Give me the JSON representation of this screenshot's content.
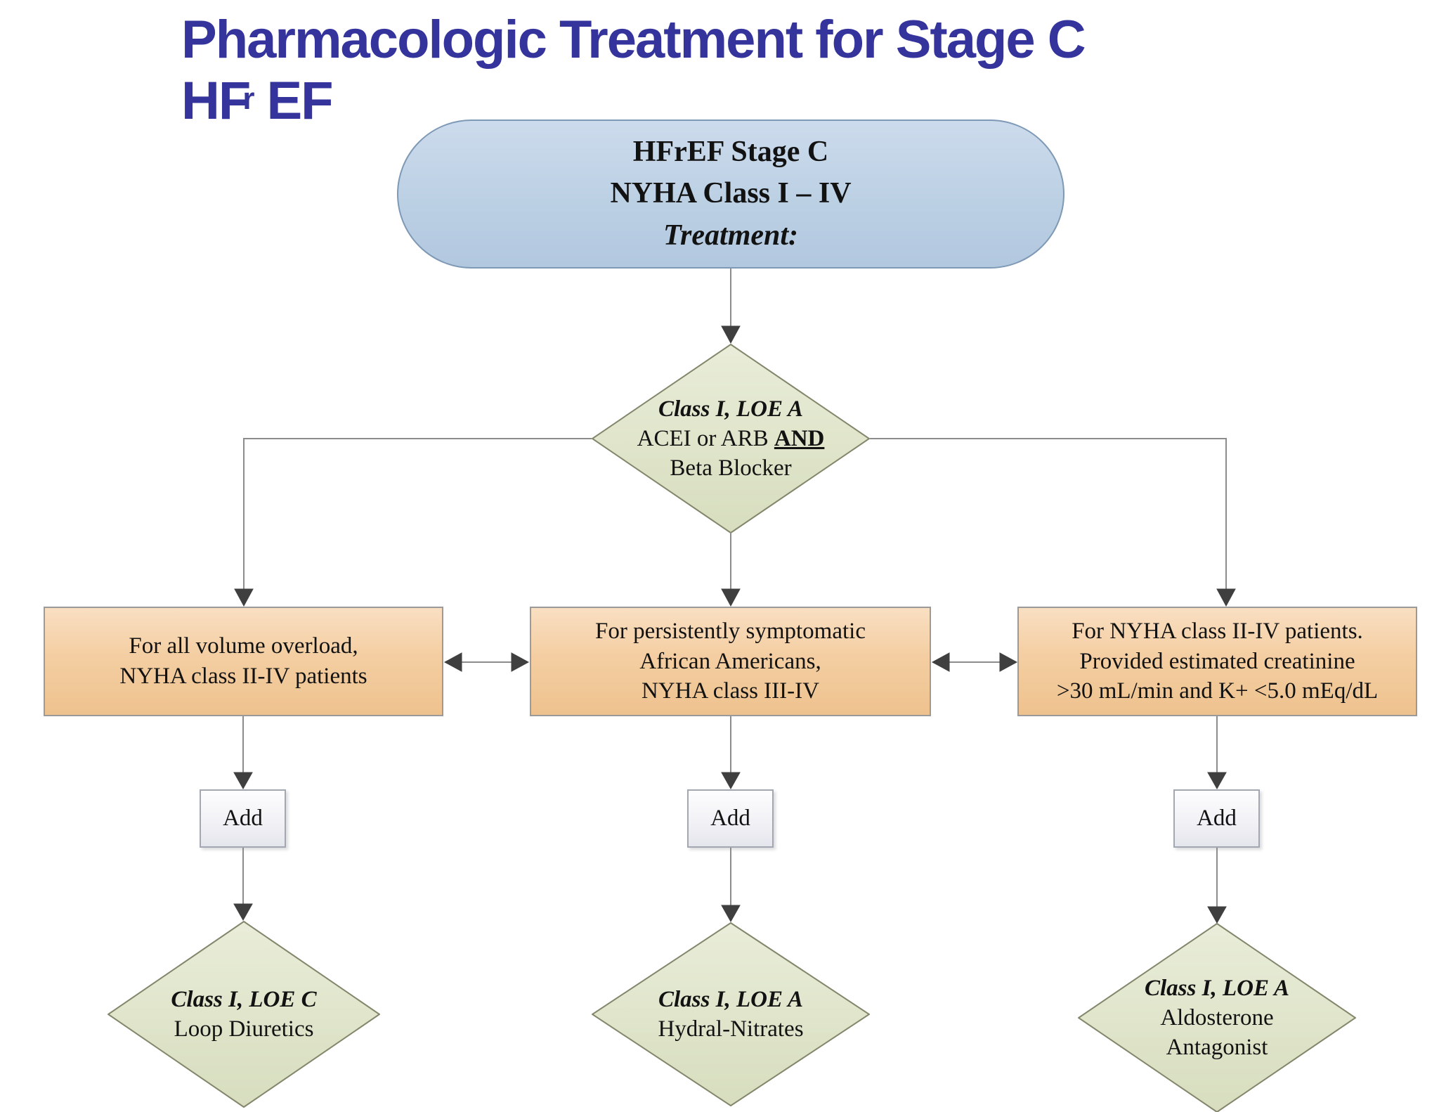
{
  "title": {
    "line1": "Pharmacologic Treatment for Stage C",
    "line2_prefix": "HF",
    "line2_sup": "r",
    "line2_suffix": "EF"
  },
  "nodes": {
    "start": {
      "line1": "HFrEF Stage C",
      "line2": "NYHA Class I – IV",
      "line3": "Treatment:"
    },
    "decision": {
      "line1": "Class I, LOE A",
      "line2_pre": "ACEI or ARB ",
      "line2_and": "AND",
      "line3": "Beta Blocker"
    },
    "branch_left": {
      "line1": "For all volume overload,",
      "line2": "NYHA class II-IV patients"
    },
    "branch_mid": {
      "line1": "For persistently symptomatic",
      "line2": "African Americans,",
      "line3": "NYHA class III-IV"
    },
    "branch_right": {
      "line1": "For NYHA class II-IV patients.",
      "line2": "Provided  estimated creatinine",
      "line3": ">30 mL/min and K+ <5.0 mEq/dL"
    },
    "add_left": {
      "label": "Add"
    },
    "add_mid": {
      "label": "Add"
    },
    "add_right": {
      "label": "Add"
    },
    "outcome_left": {
      "line1": "Class I, LOE C",
      "line2": "Loop Diuretics"
    },
    "outcome_mid": {
      "line1": "Class I, LOE A",
      "line2": "Hydral-Nitrates"
    },
    "outcome_right": {
      "line1": "Class I, LOE A",
      "line2": "Aldosterone",
      "line3": "Antagonist"
    }
  },
  "colors": {
    "title_text": "#34349c",
    "start_fill": "#bcd0e4",
    "start_border": "#7e99b5",
    "decision_fill": "#e0e5cb",
    "decision_border": "#84866b",
    "branch_fill": "#f4cea2",
    "branch_border": "#9a9a9a",
    "add_fill": "#f2f2f6",
    "connector_line": "#8c8c8c",
    "arrowhead": "#3f3f3f",
    "node_text": "#121212",
    "background": "#ffffff"
  }
}
